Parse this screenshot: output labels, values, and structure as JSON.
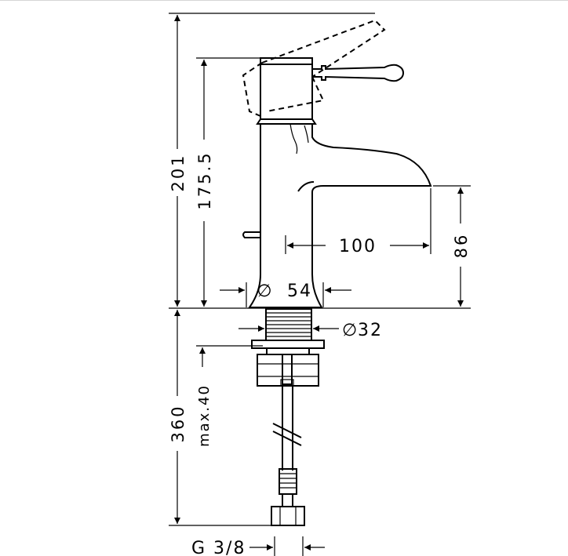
{
  "dimensions": {
    "total_height": "201",
    "body_height": "175.5",
    "spout_height": "86",
    "spout_reach": "100",
    "base_diameter": "54",
    "shank_diameter": "32",
    "below_counter": "360",
    "max_counter": "max.40",
    "connection": "G 3/8"
  },
  "diameter_symbol": "∅"
}
